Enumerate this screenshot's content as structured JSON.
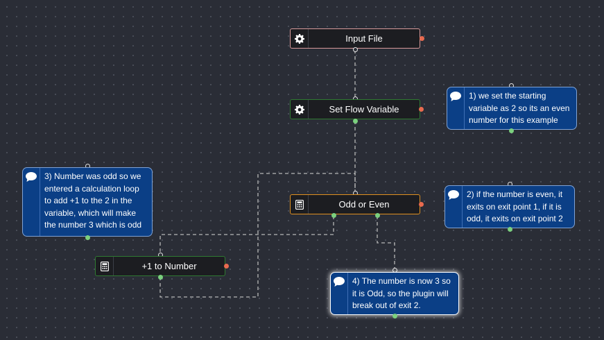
{
  "colors": {
    "background": "#2a2d36",
    "node_input_border": "#d99a9a",
    "node_ok_border": "#2f7a32",
    "node_active_border": "#e0901f",
    "note_fill": "#0b3f86",
    "port_ok": "#7bd07e",
    "port_error": "#e86a4f",
    "wire": "#b8b8b8"
  },
  "nodes": [
    {
      "id": "input_file",
      "label": "Input File",
      "icon": "gear-icon"
    },
    {
      "id": "set_flow_variable",
      "label": "Set Flow Variable",
      "icon": "gear-icon"
    },
    {
      "id": "odd_or_even",
      "label": "Odd or Even",
      "icon": "calculator-icon"
    },
    {
      "id": "plus_one",
      "label": "+1 to Number",
      "icon": "calculator-icon"
    }
  ],
  "notes": [
    {
      "id": "note1",
      "icon": "speech-bubble-icon",
      "text": "1) we set the starting variable as 2 so its an even number for this example"
    },
    {
      "id": "note2",
      "icon": "speech-bubble-icon",
      "text": "2) if the number is even, it exits on exit point 1, if it is odd, it exits on exit point 2"
    },
    {
      "id": "note3",
      "icon": "speech-bubble-icon",
      "text": "3) Number was odd so we entered a calculation loop to add +1 to the 2 in the variable, which will make the number 3 which is odd"
    },
    {
      "id": "note4",
      "icon": "speech-bubble-icon",
      "text": "4) The number is now 3 so it is Odd, so the plugin will break out of exit 2."
    }
  ],
  "connections": [
    {
      "from": "input_file",
      "to": "set_flow_variable"
    },
    {
      "from": "set_flow_variable",
      "to": "odd_or_even"
    },
    {
      "from": "odd_or_even.exit1",
      "to": "plus_one"
    },
    {
      "from": "plus_one",
      "to": "odd_or_even"
    },
    {
      "from": "odd_or_even.exit2",
      "to": "note4"
    }
  ]
}
